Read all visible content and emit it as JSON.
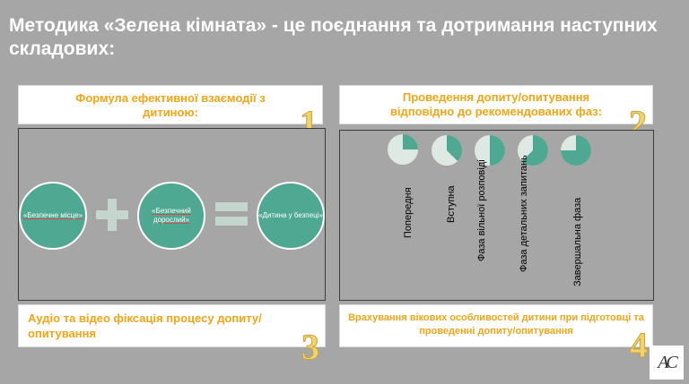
{
  "title": "Методика «Зелена кімната»  - це поєднання та дотримання наступних складових:",
  "section1": {
    "header": "Формула ефективної взаємодії з дитиною:",
    "number": "1",
    "circles": [
      "«Безпечне місце»",
      "«Безпечний дорослий»",
      "«Дитина у безпеці»"
    ]
  },
  "section2": {
    "header": "Проведення допиту/опитування відповідно до рекомендованих фаз:",
    "number": "2",
    "phases": [
      {
        "label": "Попередня",
        "fill": 0.25
      },
      {
        "label": "Вступна",
        "fill": 0.375
      },
      {
        "label": "Фаза вільної розповіді",
        "fill": 0.5
      },
      {
        "label": "Фаза детальних запитань",
        "fill": 0.625
      },
      {
        "label": "Завершальна фаза",
        "fill": 0.75
      }
    ]
  },
  "section3": {
    "text": "Аудіо та відео фіксація процесу допиту/опитування",
    "number": "3"
  },
  "section4": {
    "text": "Врахування вікових особливостей дитини при підготовці та проведенні допиту/опитування",
    "number": "4"
  },
  "logo_text": "AC",
  "colors": {
    "accent": "#f2a516",
    "teal": "#4fa892",
    "background": "#a6a6a6"
  }
}
